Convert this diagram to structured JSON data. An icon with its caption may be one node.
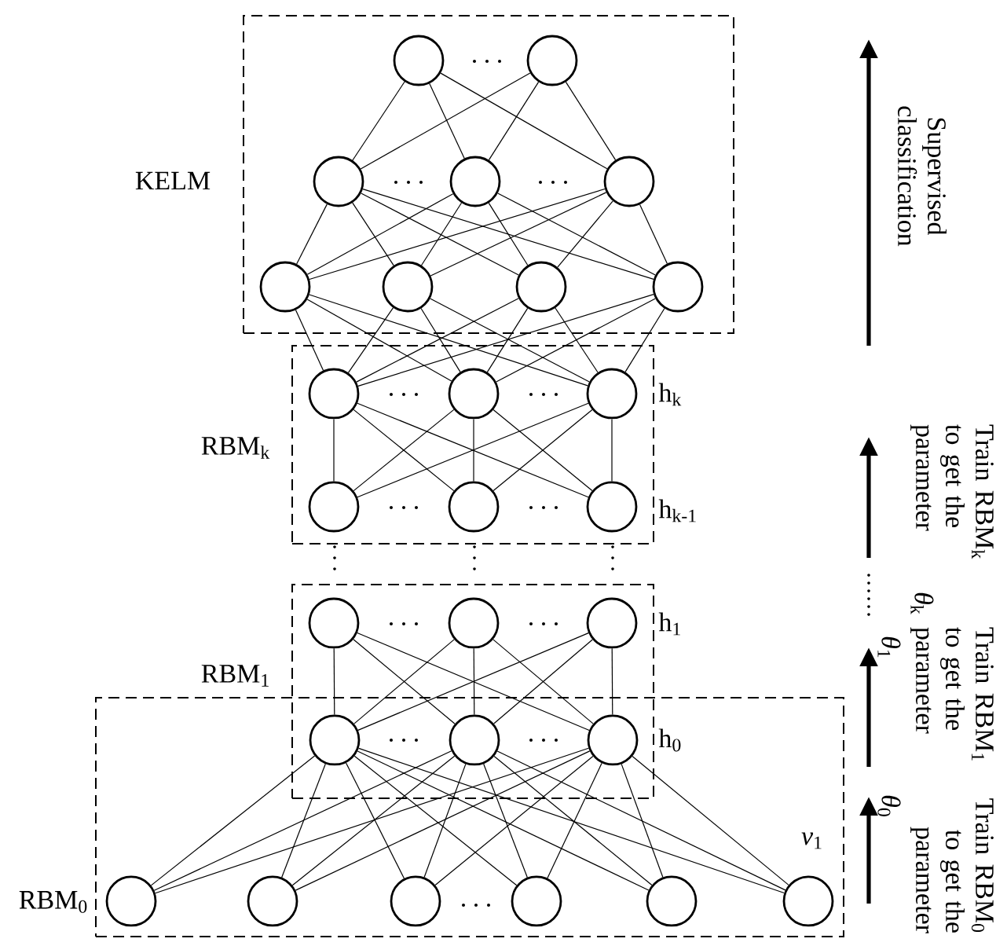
{
  "diagram": {
    "nodes": [
      {
        "text": [
          "KELM"
        ]
      },
      {
        "text": [],
        "shape": "circle",
        "in": 0
      },
      {
        "text": [],
        "shape": "circle",
        "in": 0
      },
      {
        "text": [],
        "shape": "circle",
        "in": 0
      },
      {
        "text": [],
        "shape": "circle",
        "in": 0
      },
      {
        "text": [],
        "shape": "circle",
        "in": 0
      },
      {
        "text": [],
        "shape": "circle",
        "in": 0
      },
      {
        "text": [],
        "shape": "circle",
        "in": 0
      },
      {
        "text": [],
        "shape": "circle",
        "in": 0
      },
      {
        "text": [],
        "shape": "circle",
        "in": 0
      },
      {
        "text": [
          "RBM$_{k}$"
        ]
      },
      {
        "text": [],
        "shape": "circle",
        "in": 10
      },
      {
        "text": [],
        "shape": "circle",
        "in": 10
      },
      {
        "text": [],
        "shape": "circle",
        "in": 10
      },
      {
        "text": [],
        "shape": "circle",
        "in": 10
      },
      {
        "text": [],
        "shape": "circle",
        "in": 10
      },
      {
        "text": [],
        "shape": "circle",
        "in": 10
      },
      {
        "text": [
          "RBM$_{1}$"
        ]
      },
      {
        "text": [],
        "shape": "circle",
        "in": 17
      },
      {
        "text": [],
        "shape": "circle",
        "in": 17
      },
      {
        "text": [],
        "shape": "circle",
        "in": 17
      },
      {
        "text": [
          "RBM$_{0}$"
        ]
      },
      {
        "text": [],
        "shape": "circle"
      },
      {
        "text": [],
        "shape": "circle"
      },
      {
        "text": [],
        "shape": "circle"
      },
      {
        "text": [],
        "shape": "circle",
        "in": 21
      },
      {
        "text": [],
        "shape": "circle",
        "in": 21
      },
      {
        "text": [],
        "shape": "circle",
        "in": 21
      },
      {
        "text": [],
        "shape": "circle",
        "in": 21
      },
      {
        "text": [],
        "shape": "circle",
        "in": 21
      },
      {
        "text": [],
        "shape": "circle",
        "in": 21
      }
    ],
    "edges": [
      {
        "from": 1,
        "to": 3,
        "arrow": "none"
      },
      {
        "from": 1,
        "to": 4,
        "arrow": "none"
      },
      {
        "from": 1,
        "to": 5,
        "arrow": "none"
      },
      {
        "from": 2,
        "to": 3,
        "arrow": "none"
      },
      {
        "from": 2,
        "to": 4,
        "arrow": "none"
      },
      {
        "from": 2,
        "to": 5,
        "arrow": "none"
      },
      {
        "from": 3,
        "to": 6,
        "arrow": "none"
      },
      {
        "from": 3,
        "to": 7,
        "arrow": "none"
      },
      {
        "from": 3,
        "to": 8,
        "arrow": "none"
      },
      {
        "from": 3,
        "to": 9,
        "arrow": "none"
      },
      {
        "from": 4,
        "to": 6,
        "arrow": "none"
      },
      {
        "from": 4,
        "to": 7,
        "arrow": "none"
      },
      {
        "from": 4,
        "to": 8,
        "arrow": "none"
      },
      {
        "from": 4,
        "to": 9,
        "arrow": "none"
      },
      {
        "from": 5,
        "to": 6,
        "arrow": "none"
      },
      {
        "from": 5,
        "to": 7,
        "arrow": "none"
      },
      {
        "from": 5,
        "to": 8,
        "arrow": "none"
      },
      {
        "from": 5,
        "to": 9,
        "arrow": "none"
      },
      {
        "from": 6,
        "to": 11,
        "arrow": "none"
      },
      {
        "from": 6,
        "to": 12,
        "arrow": "none"
      },
      {
        "from": 6,
        "to": 13,
        "arrow": "none"
      },
      {
        "from": 7,
        "to": 11,
        "arrow": "none"
      },
      {
        "from": 7,
        "to": 12,
        "arrow": "none"
      },
      {
        "from": 7,
        "to": 13,
        "arrow": "none"
      },
      {
        "from": 8,
        "to": 11,
        "arrow": "none"
      },
      {
        "from": 8,
        "to": 12,
        "arrow": "none"
      },
      {
        "from": 8,
        "to": 13,
        "arrow": "none"
      },
      {
        "from": 9,
        "to": 11,
        "arrow": "none"
      },
      {
        "from": 9,
        "to": 12,
        "arrow": "none"
      },
      {
        "from": 9,
        "to": 13,
        "arrow": "none"
      },
      {
        "from": 11,
        "to": 14,
        "arrow": "none"
      },
      {
        "from": 11,
        "to": 15,
        "arrow": "none"
      },
      {
        "from": 11,
        "to": 16,
        "arrow": "none"
      },
      {
        "from": 12,
        "to": 14,
        "arrow": "none"
      },
      {
        "from": 12,
        "to": 15,
        "arrow": "none"
      },
      {
        "from": 12,
        "to": 16,
        "arrow": "none"
      },
      {
        "from": 13,
        "to": 14,
        "arrow": "none"
      },
      {
        "from": 13,
        "to": 15,
        "arrow": "none"
      },
      {
        "from": 13,
        "to": 16,
        "arrow": "none"
      },
      {
        "from": 18,
        "to": 22,
        "arrow": "none"
      },
      {
        "from": 18,
        "to": 23,
        "arrow": "none"
      },
      {
        "from": 18,
        "to": 24,
        "arrow": "none"
      },
      {
        "from": 19,
        "to": 22,
        "arrow": "none"
      },
      {
        "from": 19,
        "to": 23,
        "arrow": "none"
      },
      {
        "from": 19,
        "to": 24,
        "arrow": "none"
      },
      {
        "from": 20,
        "to": 22,
        "arrow": "none"
      },
      {
        "from": 20,
        "to": 23,
        "arrow": "none"
      },
      {
        "from": 20,
        "to": 24,
        "arrow": "none"
      },
      {
        "from": 22,
        "to": 25,
        "arrow": "none"
      },
      {
        "from": 22,
        "to": 26,
        "arrow": "none"
      },
      {
        "from": 22,
        "to": 27,
        "arrow": "none"
      },
      {
        "from": 22,
        "to": 28,
        "arrow": "none"
      },
      {
        "from": 22,
        "to": 29,
        "arrow": "none"
      },
      {
        "from": 22,
        "to": 30,
        "arrow": "none"
      },
      {
        "from": 23,
        "to": 25,
        "arrow": "none"
      },
      {
        "from": 23,
        "to": 26,
        "arrow": "none"
      },
      {
        "from": 23,
        "to": 27,
        "arrow": "none"
      },
      {
        "from": 23,
        "to": 28,
        "arrow": "none"
      },
      {
        "from": 23,
        "to": 29,
        "arrow": "none"
      },
      {
        "from": 23,
        "to": 30,
        "arrow": "none"
      },
      {
        "from": 24,
        "to": 25,
        "arrow": "none"
      },
      {
        "from": 24,
        "to": 26,
        "arrow": "none"
      },
      {
        "from": 24,
        "to": 27,
        "arrow": "none"
      },
      {
        "from": 24,
        "to": 28,
        "arrow": "none"
      },
      {
        "from": 24,
        "to": 29,
        "arrow": "none"
      },
      {
        "from": 24,
        "to": 30,
        "arrow": "none"
      }
    ],
    "labels": [
      "h$_{k}$",
      "h$_{k-1}$",
      "h$_{1}$",
      "h$_{0}$",
      "*v*$_{1}$",
      "Supervised classification",
      "Train RBM$_{k}$ to get the parameter",
      "*θ*$_{k}$",
      "Train RBM$_{1}$ to get the parameter",
      "*θ*$_{1}$",
      "Train RBM$_{0}$ to get the parameter",
      "*θ*$_{0}$"
    ]
  }
}
